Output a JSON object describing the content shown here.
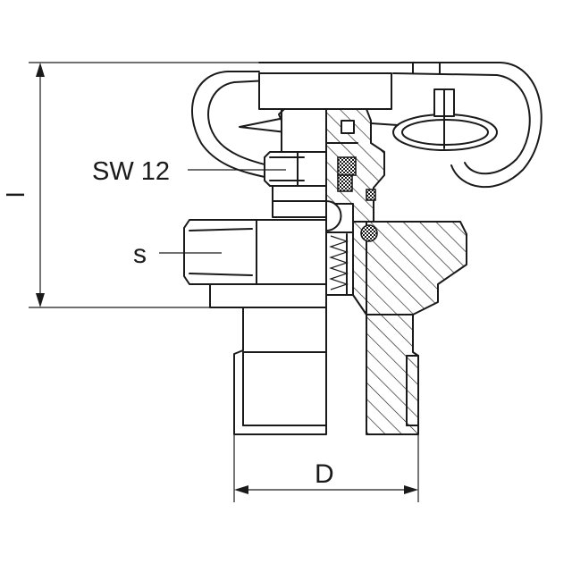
{
  "labels": {
    "wrench_size": "SW 12",
    "hex_size": "s",
    "height": "l",
    "diameter": "D"
  },
  "colors": {
    "line": "#1a1a1a",
    "background": "#ffffff"
  }
}
